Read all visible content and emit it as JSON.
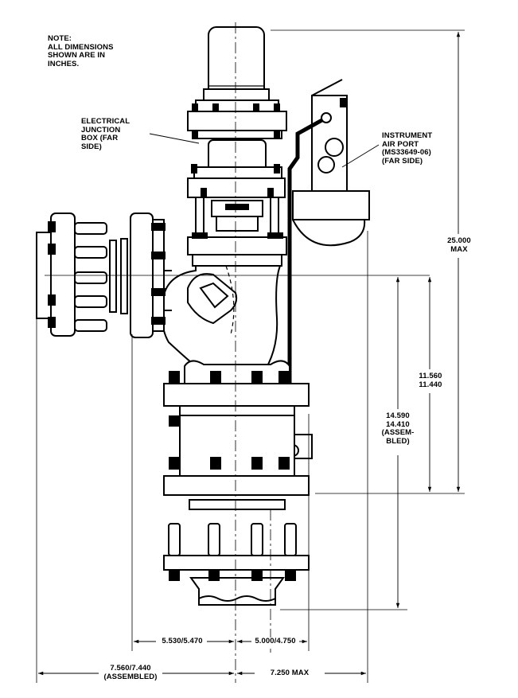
{
  "note": {
    "lines": [
      "NOTE:",
      "ALL DIMENSIONS",
      "SHOWN ARE IN",
      "INCHES."
    ]
  },
  "callouts": {
    "junction_box": [
      "ELECTRICAL",
      "JUNCTION",
      "BOX (FAR",
      "SIDE)"
    ],
    "air_port": [
      "INSTRUMENT",
      "AIR PORT",
      "(MS33649-06)",
      "(FAR SIDE)"
    ]
  },
  "dimensions": {
    "overall_height": [
      "25.000",
      "MAX"
    ],
    "port_height": [
      "11.560",
      "11.440"
    ],
    "assembled_height": [
      "14.590",
      "14.410",
      "(ASSEM-",
      "BLED)"
    ],
    "left_offset": "5.530/5.470",
    "right_offset": "5.000/4.750",
    "left_overall": [
      "7.560/7.440",
      "(ASSEMBLED)"
    ],
    "right_overall": "7.250 MAX"
  }
}
